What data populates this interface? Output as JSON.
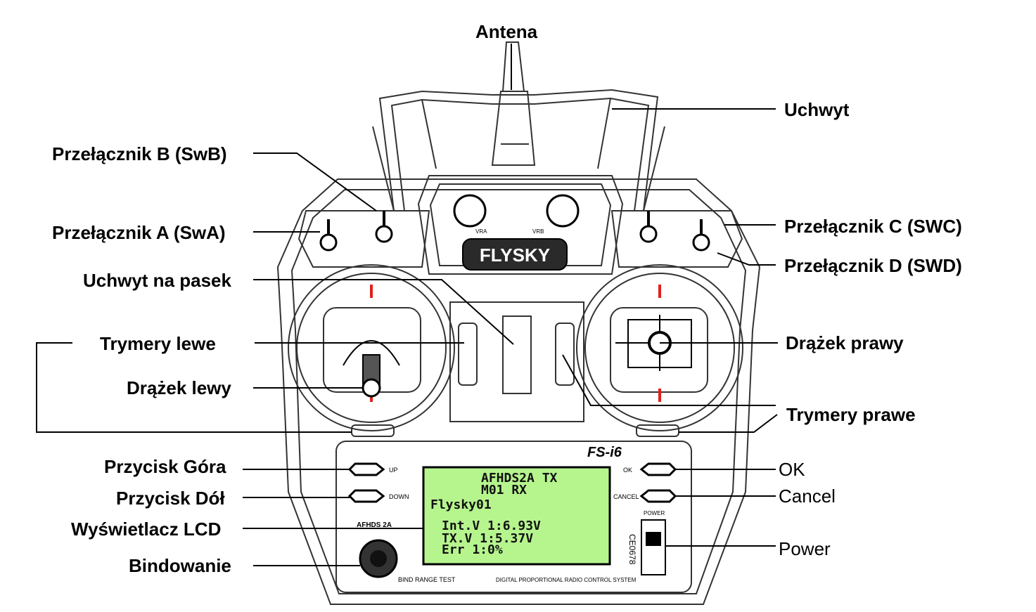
{
  "labels": {
    "antenna": "Antena",
    "handle": "Uchwyt",
    "switch_b": "Przełącznik B (SwB)",
    "switch_a": "Przełącznik A (SwA)",
    "switch_c": "Przełącznik C (SWC)",
    "switch_d": "Przełącznik D (SWD)",
    "strap_holder": "Uchwyt na pasek",
    "left_trims": "Trymery lewe",
    "left_stick": "Drążek lewy",
    "right_stick": "Drążek prawy",
    "right_trims": "Trymery prawe",
    "up_button": "Przycisk Góra",
    "down_button": "Przycisk Dół",
    "lcd_display": "Wyświetlacz LCD",
    "binding": "Bindowanie",
    "ok": "OK",
    "cancel": "Cancel",
    "power": "Power"
  },
  "device": {
    "brand": "FLYSKY",
    "model": "FS-i6",
    "knob_left": "VRA",
    "knob_right": "VRB",
    "btn_up": "UP",
    "btn_down": "DOWN",
    "btn_ok": "OK",
    "btn_cancel": "CANCEL",
    "power_label": "POWER",
    "bind_label": "BIND RANGE TEST",
    "bottom_text": "DIGITAL PROPORTIONAL RADIO CONTROL SYSTEM",
    "badge": "AFHDS 2A",
    "side_code": "CE0678"
  },
  "lcd": {
    "line1": "AFHDS2A TX",
    "line2": "M01     RX",
    "line3": "Flysky01",
    "line4": "Int.V 1:6.93V",
    "line5": "TX.V 1:5.37V",
    "line6": "Err 1:0%"
  },
  "colors": {
    "lcd_green": "#b6f58e",
    "stick_marker_red": "#e0201c",
    "line": "#000000"
  }
}
